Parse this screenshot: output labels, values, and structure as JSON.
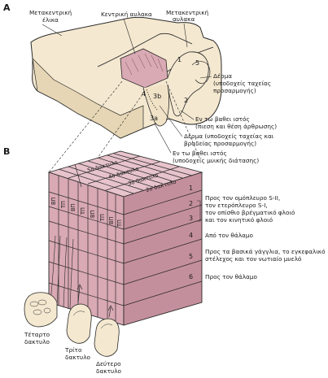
{
  "panels": {
    "a": "A",
    "b": "B"
  },
  "panel_a": {
    "postcentral_gyrus_left": [
      "Μετακεντρική",
      "έλικα"
    ],
    "central_sulcus": "Κεντρική αυλακα",
    "postcentral_sulcus": [
      "Μετακεντρική",
      "αυλακα"
    ],
    "areas": {
      "a1": "1",
      "a2": "2",
      "a3a": "3a",
      "a3b": "3b",
      "a4": "4",
      "a5": "5"
    },
    "annot_skin_fast": [
      "Δέρμα",
      "(υποδοχείς ταχείας",
      "προσαρμογής)"
    ],
    "annot_deep_pressure": [
      "Εν τω βαθει ιστός",
      "(πιεση και θέση άρθρωσης)"
    ],
    "annot_skin_mixed": [
      "Δέρμα (υποδοχείς ταχείας και",
      "βραδείας προσαρμογής)"
    ],
    "annot_deep_spindle": [
      "Εν τω βαθει ιστός",
      "(υποδοχείς μυικής διάτασης)"
    ]
  },
  "panel_b": {
    "finger_bands": [
      "5ο δακτυλο",
      "4ο δακτυλο",
      "3ο δακτυλο",
      "2ο δακτυλο"
    ],
    "column_labels": [
      "ΒΠ",
      "ΤΠ",
      "ΒΠ",
      "ΤΠ",
      "ΒΠ",
      "ΤΠ",
      "ΒΠ",
      "ΤΠ"
    ],
    "layers": [
      "1",
      "2",
      "3",
      "4",
      "5",
      "6"
    ],
    "layer_notes": {
      "l23": [
        "Προς τον ομόπλευρο S-II,",
        "τον ετερόπλευρο S-I,",
        "τον οπίσθιο βρέγματικό φλοιό",
        "και τον κινητικό φλοιό"
      ],
      "l4": "Από τον θάλαμο",
      "l5": [
        "Προς τα βασικά γάγγλια, το εγκεφαλικό",
        "στέλεχος και τον νωτιαίο μυελό"
      ],
      "l6": "Προς τον θάλαμο"
    },
    "fingers": {
      "fourth": [
        "Τέταρτο",
        "δακτυλο"
      ],
      "third": [
        "Τρίτο",
        "δακτυλο"
      ],
      "second": [
        "Δεύτερο",
        "δακτυλο"
      ]
    }
  },
  "colors": {
    "gyrus": "#f4e8d0",
    "gyrus_shade": "#e6d6b5",
    "block_pink": "#d9a9b4",
    "block_pink_top": "#e7c3cb",
    "block_pink_side": "#c48f9c",
    "stroke": "#2a2a2a"
  }
}
